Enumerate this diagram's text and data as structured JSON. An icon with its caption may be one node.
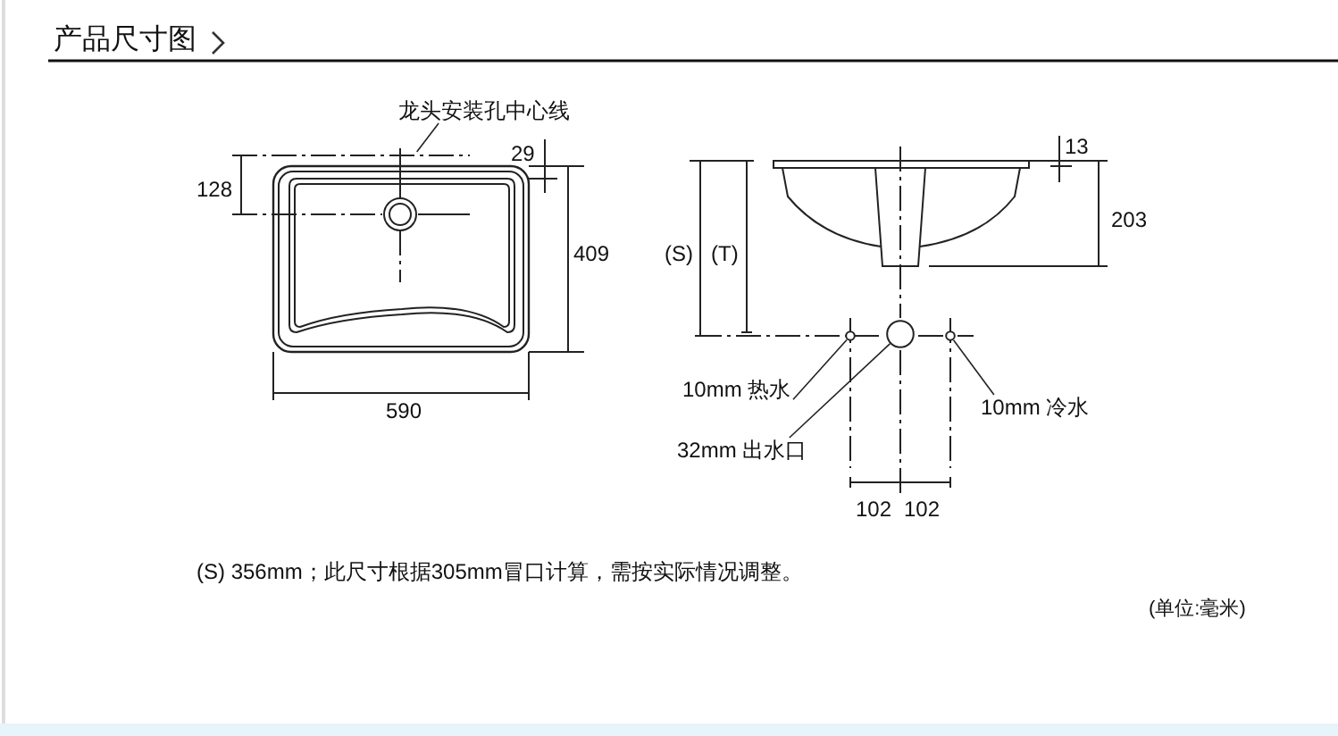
{
  "diagram": {
    "title": "产品尺寸图",
    "nodes": [
      {
        "text": [
          "龙头安装孔中心线"
        ]
      },
      {
        "text": [
          "10mm 热水"
        ]
      },
      {
        "text": [
          "32mm 出水口"
        ]
      },
      {
        "text": [
          "10mm 冷水"
        ]
      },
      {
        "text": [],
        "shape": "circle"
      },
      {
        "text": [],
        "shape": "circle"
      },
      {
        "text": [],
        "shape": "circle"
      },
      {
        "text": [],
        "shape": "line"
      }
    ],
    "edges": [
      {
        "from": 0,
        "to": 7,
        "arrow": "none"
      },
      {
        "from": 1,
        "to": 4,
        "arrow": "none"
      },
      {
        "from": 2,
        "to": 5,
        "arrow": "none"
      },
      {
        "from": 3,
        "to": 6,
        "arrow": "none"
      }
    ],
    "labels": [
      "29",
      "128",
      "409",
      "590",
      "13",
      "(S)",
      "(T)",
      "203",
      "102",
      "102",
      "(S) 356mm；此尺寸根据305mm冒口计算，需按实际情况调整。",
      "(单位:毫米)"
    ]
  }
}
